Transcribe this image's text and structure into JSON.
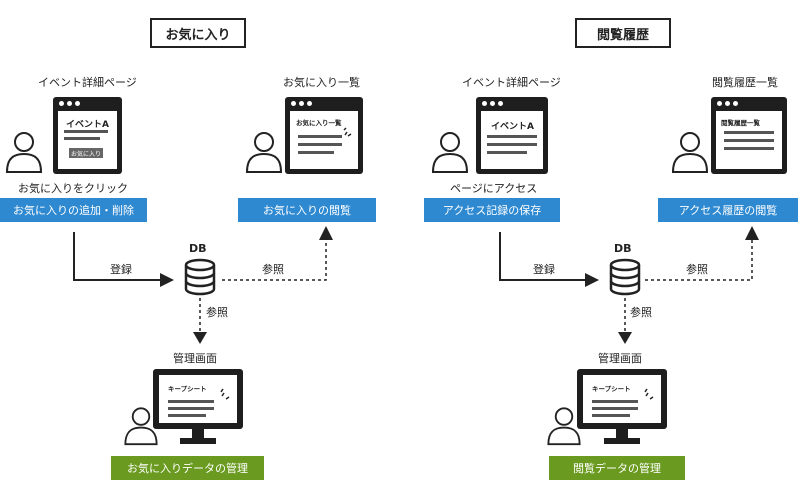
{
  "left": {
    "title": "お気に入り",
    "detail_caption": "イベント詳細ページ",
    "detail_window_title": "イベントA",
    "detail_window_button": "お気に入り",
    "action_caption": "お気に入りをクリック",
    "action_label": "お気に入りの追加・削除",
    "list_caption": "お気に入り一覧",
    "list_window_title": "お気に入り一覧",
    "view_label": "お気に入りの閲覧",
    "register_text": "登録",
    "db_text": "DB",
    "ref_text_right": "参照",
    "ref_text_down": "参照",
    "admin_caption": "管理画面",
    "admin_window_title": "キープシート",
    "admin_label": "お気に入りデータの管理"
  },
  "right": {
    "title": "閲覧履歴",
    "detail_caption": "イベント詳細ページ",
    "detail_window_title": "イベントA",
    "action_caption": "ページにアクセス",
    "action_label": "アクセス記録の保存",
    "list_caption": "閲覧履歴一覧",
    "list_window_title": "閲覧履歴一覧",
    "view_label": "アクセス履歴の閲覧",
    "register_text": "登録",
    "db_text": "DB",
    "ref_text_right": "参照",
    "ref_text_down": "参照",
    "admin_caption": "管理画面",
    "admin_window_title": "キープシート",
    "admin_label": "閲覧データの管理"
  },
  "colors": {
    "blue": "#2e89d1",
    "green": "#6a9a1f",
    "dark": "#1e1e1e"
  },
  "icons": [
    "person-icon",
    "browser-window-icon",
    "database-icon",
    "monitor-icon",
    "arrow-icon"
  ]
}
